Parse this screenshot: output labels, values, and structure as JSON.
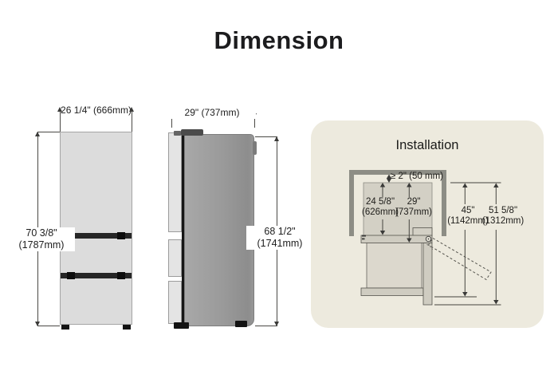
{
  "title": "Dimension",
  "front_view": {
    "width_label": "26 1/4\" (666mm)",
    "height_in": "70 3/8\"",
    "height_mm": "(1787mm)"
  },
  "side_view": {
    "width_label": "29\" (737mm)",
    "height_in": "68 1/2\"",
    "height_mm": "(1741mm)"
  },
  "installation": {
    "title": "Installation",
    "clearance_label": "≥ 2\" (50 mm)",
    "depth_without_door_in": "24 5/8\"",
    "depth_without_door_mm": "(626mm)",
    "depth_with_door_in": "29\"",
    "depth_with_door_mm": "(737mm)",
    "depth_drawer_open_in": "45\"",
    "depth_drawer_open_mm": "(1142mm)",
    "depth_door_open_in": "51 5/8\"",
    "depth_door_open_mm": "(1312mm)"
  },
  "colors": {
    "card_background": "#edeade",
    "alcove_wall": "#8d8d85",
    "fridge_front_fill": "#dcdcdc",
    "fridge_side_fill": "#9a9a9a",
    "handle_band": "#262626",
    "dimension_line": "#4a4945",
    "text": "#1d1d1d"
  }
}
